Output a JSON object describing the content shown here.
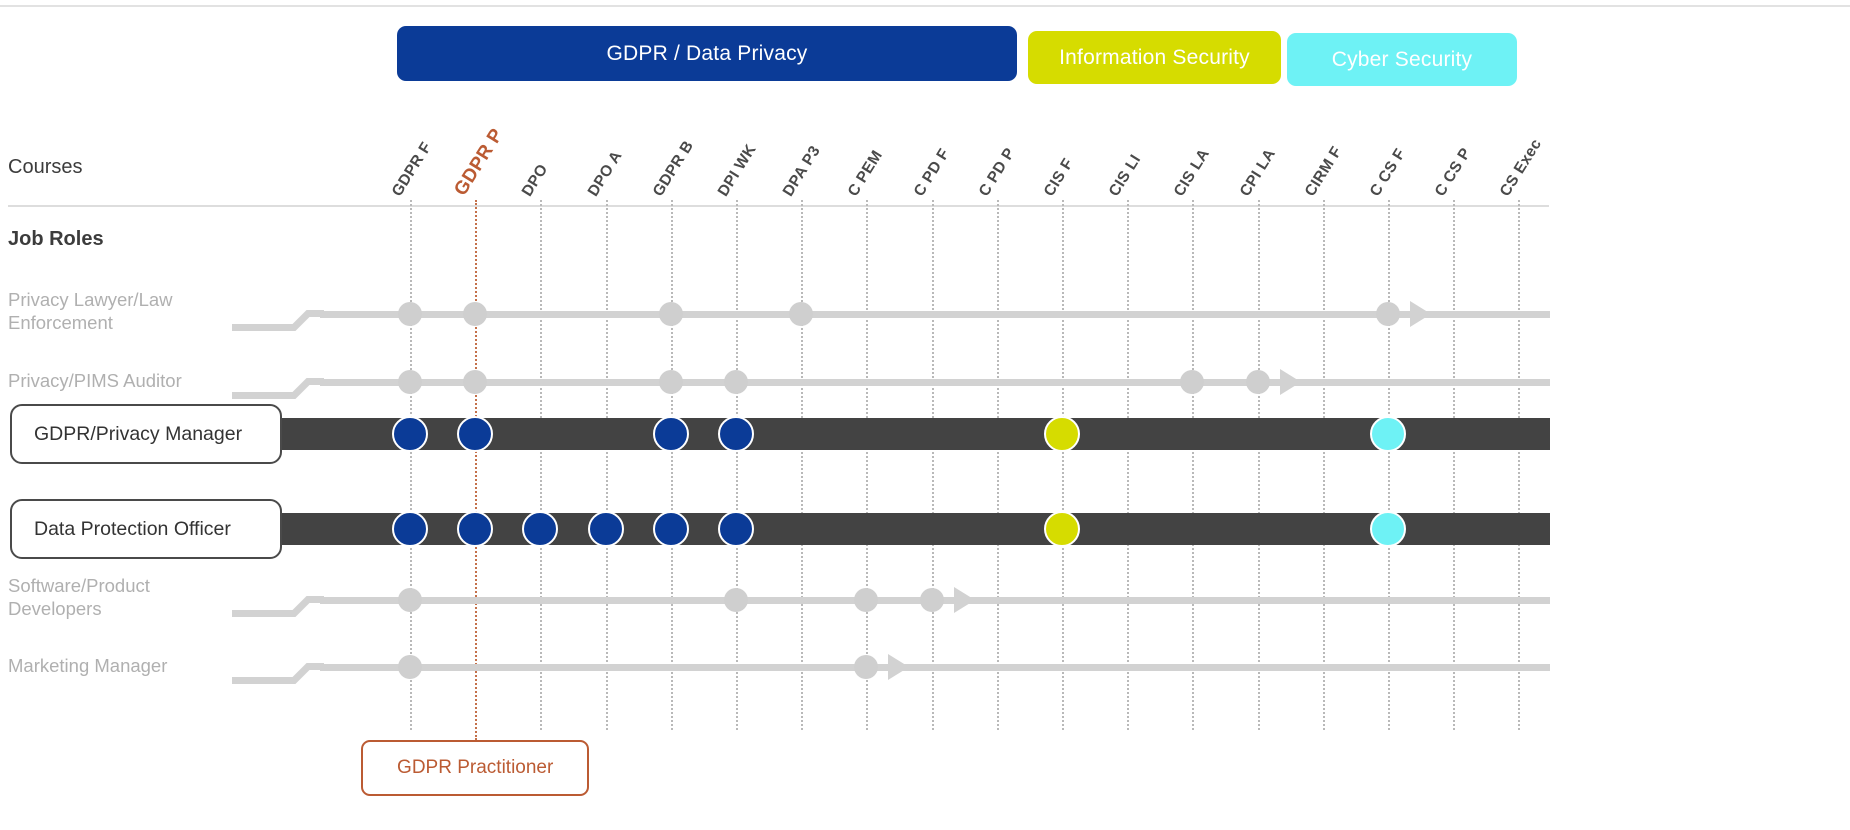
{
  "categories": [
    {
      "id": "gdpr",
      "label": "GDPR / Data Privacy",
      "color": "#0b3b97"
    },
    {
      "id": "infosec",
      "label": "Information Security",
      "color": "#d6dc00"
    },
    {
      "id": "cyber",
      "label": "Cyber Security",
      "color": "#6ef2f5"
    }
  ],
  "headers": {
    "courses": "Courses",
    "job_roles": "Job Roles"
  },
  "courses": [
    {
      "label": "GDPR F",
      "accent": false
    },
    {
      "label": "GDPR P",
      "accent": true
    },
    {
      "label": "DPO",
      "accent": false
    },
    {
      "label": "DPO A",
      "accent": false
    },
    {
      "label": "GDPR B",
      "accent": false
    },
    {
      "label": "DPI WK",
      "accent": false
    },
    {
      "label": "DPA P3",
      "accent": false
    },
    {
      "label": "C PEM",
      "accent": false
    },
    {
      "label": "C PD F",
      "accent": false
    },
    {
      "label": "C PD P",
      "accent": false
    },
    {
      "label": "CIS F",
      "accent": false
    },
    {
      "label": "CIS LI",
      "accent": false
    },
    {
      "label": "CIS LA",
      "accent": false
    },
    {
      "label": "CPI LA",
      "accent": false
    },
    {
      "label": "CIRM F",
      "accent": false
    },
    {
      "label": "C CS F",
      "accent": false
    },
    {
      "label": "C CS P",
      "accent": false
    },
    {
      "label": "CS Exec",
      "accent": false
    }
  ],
  "roles": [
    {
      "id": "privacy-lawyer",
      "label": "Privacy Lawyer/Law Enforcement",
      "highlighted": false,
      "markers": [
        {
          "course": "GDPR F",
          "color": "grey"
        },
        {
          "course": "GDPR P",
          "color": "grey"
        },
        {
          "course": "GDPR B",
          "color": "grey"
        },
        {
          "course": "DPA P3",
          "color": "grey"
        },
        {
          "course": "C CS F",
          "color": "grey"
        }
      ],
      "arrow_after": "C CS F"
    },
    {
      "id": "pims-auditor",
      "label": "Privacy/PIMS Auditor",
      "highlighted": false,
      "markers": [
        {
          "course": "GDPR F",
          "color": "grey"
        },
        {
          "course": "GDPR P",
          "color": "grey"
        },
        {
          "course": "GDPR B",
          "color": "grey"
        },
        {
          "course": "DPI WK",
          "color": "grey"
        },
        {
          "course": "CIS LA",
          "color": "grey"
        },
        {
          "course": "CPI LA",
          "color": "grey"
        }
      ],
      "arrow_after": "CPI LA"
    },
    {
      "id": "gdpr-privacy-manager",
      "label": "GDPR/Privacy Manager",
      "highlighted": true,
      "markers": [
        {
          "course": "GDPR F",
          "color": "blue"
        },
        {
          "course": "GDPR P",
          "color": "blue"
        },
        {
          "course": "GDPR B",
          "color": "blue"
        },
        {
          "course": "DPI WK",
          "color": "blue"
        },
        {
          "course": "CIS F",
          "color": "olive"
        },
        {
          "course": "C CS F",
          "color": "cyan"
        }
      ],
      "arrow_after": null
    },
    {
      "id": "data-protection-officer",
      "label": "Data Protection Officer",
      "highlighted": true,
      "markers": [
        {
          "course": "GDPR F",
          "color": "blue"
        },
        {
          "course": "GDPR P",
          "color": "blue"
        },
        {
          "course": "DPO",
          "color": "blue"
        },
        {
          "course": "DPO A",
          "color": "blue"
        },
        {
          "course": "GDPR B",
          "color": "blue"
        },
        {
          "course": "DPI WK",
          "color": "blue"
        },
        {
          "course": "CIS F",
          "color": "olive"
        },
        {
          "course": "C CS F",
          "color": "cyan"
        }
      ],
      "arrow_after": null
    },
    {
      "id": "software-product-developers",
      "label": "Software/Product Developers",
      "highlighted": false,
      "markers": [
        {
          "course": "GDPR F",
          "color": "grey"
        },
        {
          "course": "DPI WK",
          "color": "grey"
        },
        {
          "course": "C PEM",
          "color": "grey"
        },
        {
          "course": "C PD F",
          "color": "grey"
        }
      ],
      "arrow_after": "C PD F"
    },
    {
      "id": "marketing-manager",
      "label": "Marketing Manager",
      "highlighted": false,
      "markers": [
        {
          "course": "GDPR F",
          "color": "grey"
        },
        {
          "course": "C PEM",
          "color": "grey"
        }
      ],
      "arrow_after": "C PEM"
    }
  ],
  "callout": {
    "label": "GDPR Practitioner",
    "course": "GDPR P",
    "color": "#bb5b33"
  },
  "palette": {
    "blue": "#0b3b97",
    "olive": "#d6dc00",
    "cyan": "#6ef2f5",
    "grey": "#cfcfcf",
    "bar": "#434343",
    "track": "#d2d2d2"
  }
}
